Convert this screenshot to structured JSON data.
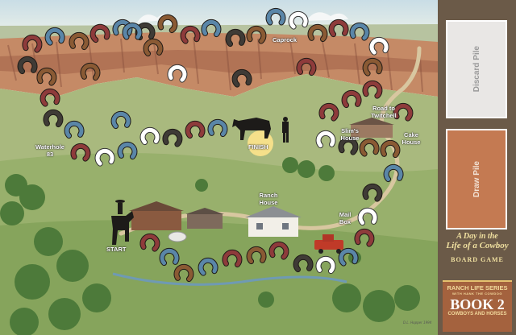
{
  "game": {
    "title_line1": "A Day in the",
    "title_line2": "Life of a Cowboy",
    "subtitle": "BOARD GAME",
    "discard_label": "Discard Pile",
    "draw_label": "Draw Pile",
    "series_line1": "RANCH LIFE SERIES",
    "series_line2": "WITH HANK THE COWDOG",
    "book_label": "BOOK 2",
    "book_subtitle": "COWBOYS AND HORSES",
    "artist_signature": "D.L. Hopper 1994"
  },
  "locations": {
    "caprock": "Caprock",
    "road_to_twitchell": "Road to Twitchell",
    "slims_house": "Slim's House",
    "cake_house": "Cake House",
    "waterhole": "Waterhole 83",
    "finish": "FINISH",
    "ranch_house": "Ranch House",
    "mail_box": "Mail Box",
    "start": "START"
  },
  "colors": {
    "horseshoe_red": "#8e3b3b",
    "horseshoe_blue": "#5a86a8",
    "horseshoe_brown": "#8a5a34",
    "horseshoe_dark": "#3f3b36",
    "horseshoe_white": "#ffffff",
    "panel_bg": "#6b5a48",
    "draw_pile": "#c47a52"
  },
  "track": {
    "space_count": 59,
    "colors": [
      "red",
      "blue",
      "brown",
      "red",
      "blue",
      "dark",
      "brown",
      "red",
      "blue",
      "dark",
      "brown",
      "blue",
      "white",
      "brown",
      "red",
      "blue",
      "white",
      "dark",
      "brown",
      "red",
      "dark",
      "blue",
      "red",
      "white",
      "blue",
      "white",
      "dark",
      "red",
      "blue",
      "brown",
      "red",
      "red",
      "red",
      "white",
      "dark",
      "brown",
      "brown",
      "blue",
      "dark",
      "white",
      "red",
      "blue",
      "white",
      "dark",
      "red",
      "brown",
      "red",
      "blue",
      "brown",
      "blue",
      "red",
      "blue",
      "brown",
      "brown",
      "white",
      "dark",
      "red",
      "blue",
      "red"
    ]
  }
}
